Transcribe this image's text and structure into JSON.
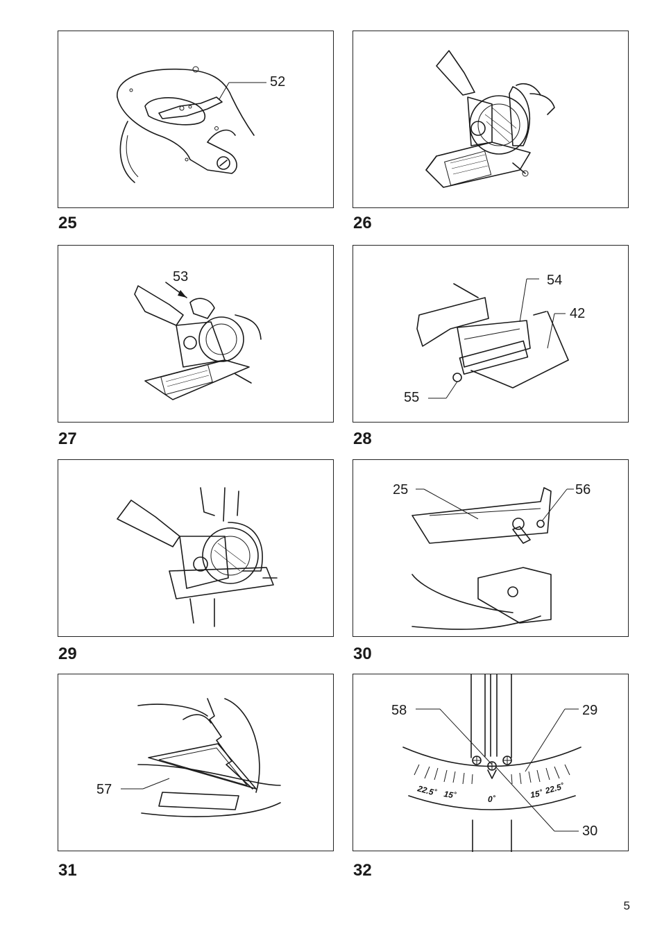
{
  "page_number": "5",
  "figures": [
    {
      "number": "25",
      "callouts": [
        "52"
      ]
    },
    {
      "number": "26",
      "callouts": []
    },
    {
      "number": "27",
      "callouts": [
        "53"
      ]
    },
    {
      "number": "28",
      "callouts": [
        "54",
        "42",
        "55"
      ]
    },
    {
      "number": "29",
      "callouts": []
    },
    {
      "number": "30",
      "callouts": [
        "25",
        "56"
      ]
    },
    {
      "number": "31",
      "callouts": [
        "57"
      ]
    },
    {
      "number": "32",
      "callouts": [
        "58",
        "29",
        "30"
      ]
    }
  ],
  "scale_labels": {
    "left_22": "22.5˚",
    "left_15": "15˚",
    "zero": "0˚",
    "right_15": "15˚",
    "right_22": "22.5˚"
  }
}
